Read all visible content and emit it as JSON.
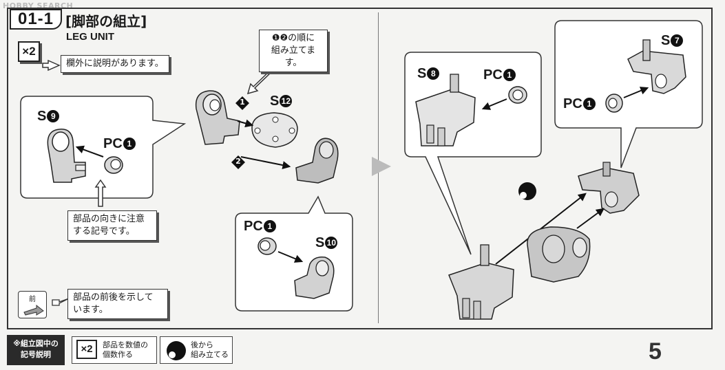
{
  "watermark": "HOBBY SEARCH",
  "step": {
    "number": "01-1",
    "title_jp": "[脚部の組立]",
    "title_en": "LEG UNIT"
  },
  "multiplier": "×2",
  "notes": {
    "outside_explained": "欄外に説明があります。",
    "order": [
      "❶❷の順に",
      "組み立てます。"
    ],
    "orientation": [
      "部品の向きに注意",
      "する記号です。"
    ],
    "front_back": [
      "部品の前後を示して",
      "います。"
    ]
  },
  "front_mark": "前",
  "parts": {
    "s9": "S",
    "s9_num": "9",
    "pc1_a": "PC",
    "pc1_a_num": "1",
    "s12": "S",
    "s12_num": "12",
    "s10": "S",
    "s10_num": "10",
    "pc1_b": "PC",
    "pc1_b_num": "1",
    "s8": "S",
    "s8_num": "8",
    "pc1_c": "PC",
    "pc1_c_num": "1",
    "s7": "S",
    "s7_num": "7",
    "pc1_d": "PC",
    "pc1_d_num": "1"
  },
  "steps": {
    "one": "1",
    "two": "2"
  },
  "legend": {
    "heading": [
      "※組立図中の",
      "記号説明"
    ],
    "x2": "×2",
    "x2_text": [
      "部品を数値の",
      "個数作る"
    ],
    "back_text": [
      "後から",
      "組み立てる"
    ]
  },
  "page_number": "5"
}
